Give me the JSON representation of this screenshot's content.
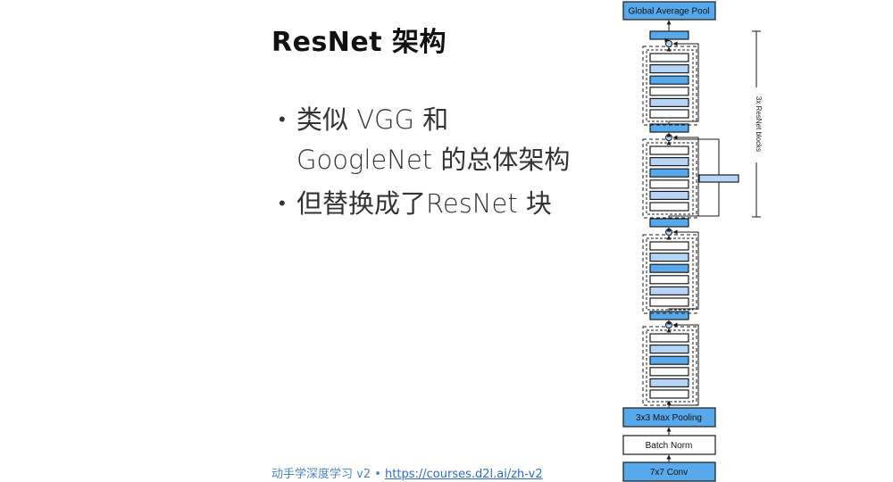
{
  "slide": {
    "title": "ResNet 架构",
    "bullets": [
      "类似 VGG 和 GoogleNet 的总体架构",
      "但替换成了ResNet 块"
    ],
    "bullet_symbol": "•"
  },
  "footer": {
    "text": "动手学深度学习 v2 • ",
    "link": "https://courses.d2l.ai/zh-v2"
  },
  "diagram": {
    "top_label": "Global Average Pool",
    "pool_label": "3x3 Max Pooling",
    "bn_label": "Batch Norm",
    "conv_label": "7x7 Conv",
    "side_label": "3x ResNet blocks",
    "colors": {
      "dark": "#58a9ec",
      "light": "#b6d5f6",
      "white": "#ffffff",
      "stroke": "#1a1a1a"
    }
  }
}
